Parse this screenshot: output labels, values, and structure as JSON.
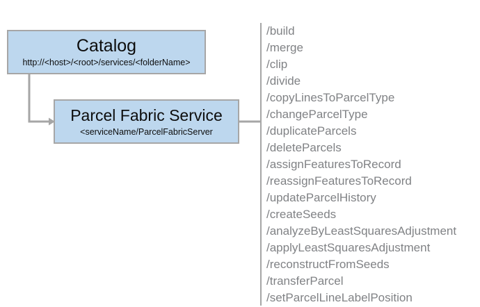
{
  "diagram": {
    "background_color": "#ffffff",
    "node_fill_color": "#bdd7ee",
    "node_border_color": "#a6a6a6",
    "connector_color": "#a6a6a6",
    "list_text_color": "#808285",
    "nodes": [
      {
        "id": "catalog",
        "title": "Catalog",
        "subtitle": "http://<host>/<root>/services/<folderName>"
      },
      {
        "id": "parcel-fabric-service",
        "title": "Parcel Fabric Service",
        "subtitle": "<serviceName/ParcelFabricServer"
      }
    ],
    "operations": [
      "/build",
      "/merge",
      "/clip",
      "/divide",
      "/copyLinesToParcelType",
      "/changeParcelType",
      "/duplicateParcels",
      "/deleteParcels",
      "/assignFeaturesToRecord",
      "/reassignFeaturesToRecord",
      "/updateParcelHistory",
      "/createSeeds",
      "/analyzeByLeastSquaresAdjustment",
      "/applyLeastSquaresAdjustment",
      "/reconstructFromSeeds",
      "/transferParcel",
      "/setParcelLineLabelPosition"
    ]
  }
}
